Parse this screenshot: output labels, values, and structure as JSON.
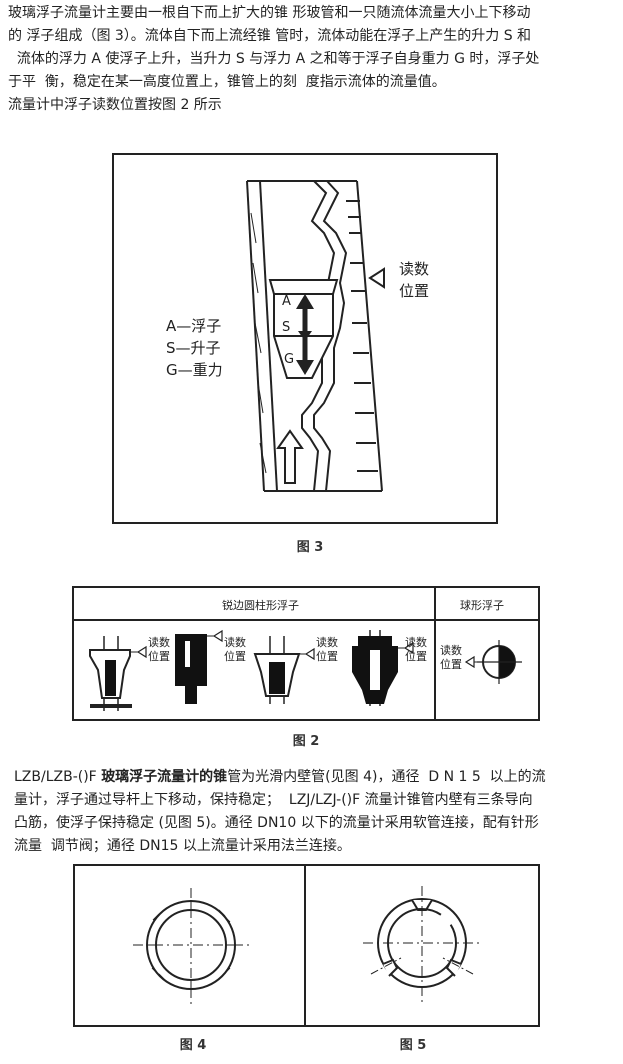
{
  "intro": {
    "line1": "玻璃浮子流量计主要由一根自下而上扩大的锥 形玻管和一只随流体流量大小上下移动",
    "line2": "的  浮子组成（图 3）。流体自下而上流经锥  管时，流体动能在浮子上产生的升力 S 和",
    "line3": "  流体的浮力 A 使浮子上升，当升力 S 与浮力 A 之和等于浮子自身重力 G 时，浮子处",
    "line4": "于平  衡，稳定在某一高度位置上，锥管上的刻  度指示流体的流量值。",
    "line5": "流量计中浮子读数位置按图 2 所示"
  },
  "figure3": {
    "legend": [
      "A—浮子",
      "S—升子",
      "G—重力"
    ],
    "reading_label": [
      "读数",
      "位置"
    ],
    "float_letters": [
      "A",
      "S",
      "G"
    ],
    "caption": "图 3"
  },
  "figure2": {
    "header_left": "锐边圆柱形浮子",
    "header_right": "球形浮子",
    "reading_label": [
      "读数",
      "位置"
    ],
    "caption": "图 2"
  },
  "para2": {
    "line1_pre": "LZB/LZB-()F ",
    "line1_bold": "玻璃浮子流量计的锥",
    "line1_post": "管为光滑内壁管(见图 4)，通径  D N 1 5  以上的流",
    "line2": "量计，浮子通过导杆上下移动，保持稳定；  LZJ/LZJ-()F 流量计锥管内壁有三条导向",
    "line3": "凸筋，使浮子保持稳定 (见图 5)。通径 DN10 以下的流量计采用软管连接，配有针形",
    "line4": "流量  调节阀；通径 DN15 以上流量计采用法兰连接。"
  },
  "figure45": {
    "caption4": "图 4",
    "caption5": "图 5"
  }
}
